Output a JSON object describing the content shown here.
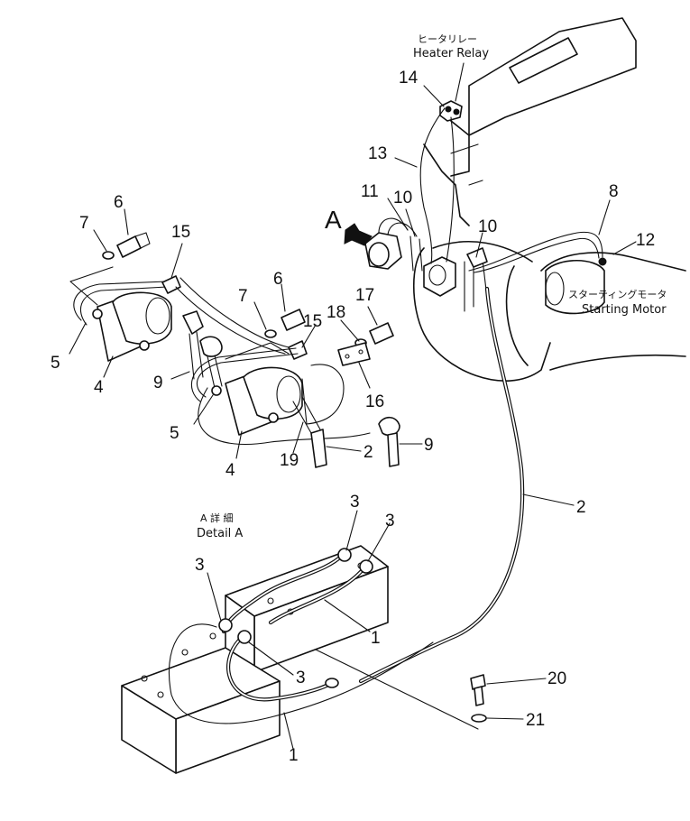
{
  "captions": {
    "heater_relay_jp": "ヒータリレー",
    "heater_relay_en": "Heater Relay",
    "starting_motor_jp": "スターティングモータ",
    "starting_motor_en": "Starting Motor",
    "detail_a_jp": "A 詳 細",
    "detail_a_en": "Detail A",
    "view_arrow": "A"
  },
  "callouts": {
    "n1": "1",
    "n2": "2",
    "n3": "3",
    "n4": "4",
    "n5": "5",
    "n6": "6",
    "n7": "7",
    "n8": "8",
    "n9": "9",
    "n10": "10",
    "n11": "11",
    "n12": "12",
    "n13": "13",
    "n14": "14",
    "n15": "15",
    "n16": "16",
    "n17": "17",
    "n18": "18",
    "n19": "19",
    "n20": "20",
    "n21": "21"
  }
}
